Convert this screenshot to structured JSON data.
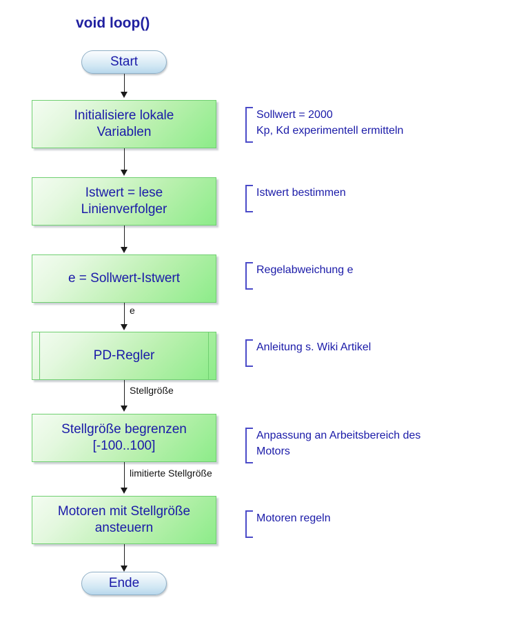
{
  "diagram": {
    "title": "void loop()",
    "colors": {
      "node_text": "#1a1aa8",
      "process_fill_light": "#f4fcf2",
      "process_fill_dark": "#8cec89",
      "process_border": "#6fcf70",
      "terminator_fill_light": "#fbfdfe",
      "terminator_fill_dark": "#b7d7ec",
      "terminator_border": "#8fafc6",
      "connector": "#1a1a1a",
      "note_bracket": "#4a4ac8"
    },
    "nodes": [
      {
        "id": "start",
        "shape": "terminator",
        "label": "Start"
      },
      {
        "id": "init",
        "shape": "process",
        "line1": "Initialisiere lokale",
        "line2": "Variablen"
      },
      {
        "id": "read",
        "shape": "process",
        "line1": "Istwert = lese",
        "line2": "Linienverfolger"
      },
      {
        "id": "error",
        "shape": "process",
        "line1": "e = Sollwert-Istwert",
        "line2": ""
      },
      {
        "id": "pd",
        "shape": "subroutine",
        "line1": "PD-Regler",
        "line2": ""
      },
      {
        "id": "limit",
        "shape": "process",
        "line1": "Stellgröße begrenzen",
        "line2": "[-100..100]"
      },
      {
        "id": "motors",
        "shape": "process",
        "line1": "Motoren mit Stellgröße",
        "line2": "ansteuern"
      },
      {
        "id": "end",
        "shape": "terminator",
        "label": "Ende"
      }
    ],
    "edge_labels": {
      "error_to_pd": "e",
      "pd_to_limit": "Stellgröße",
      "limit_to_motors": "limitierte Stellgröße"
    },
    "notes": [
      {
        "id": "note-init",
        "text": "Sollwert = 2000\nKp, Kd experimentell ermitteln"
      },
      {
        "id": "note-read",
        "text": "Istwert bestimmen"
      },
      {
        "id": "note-error",
        "text": "Regelabweichung e"
      },
      {
        "id": "note-pd",
        "text": "Anleitung s. Wiki Artikel"
      },
      {
        "id": "note-limit",
        "text": "Anpassung an Arbeitsbereich des\nMotors"
      },
      {
        "id": "note-motors",
        "text": "Motoren regeln"
      }
    ]
  }
}
